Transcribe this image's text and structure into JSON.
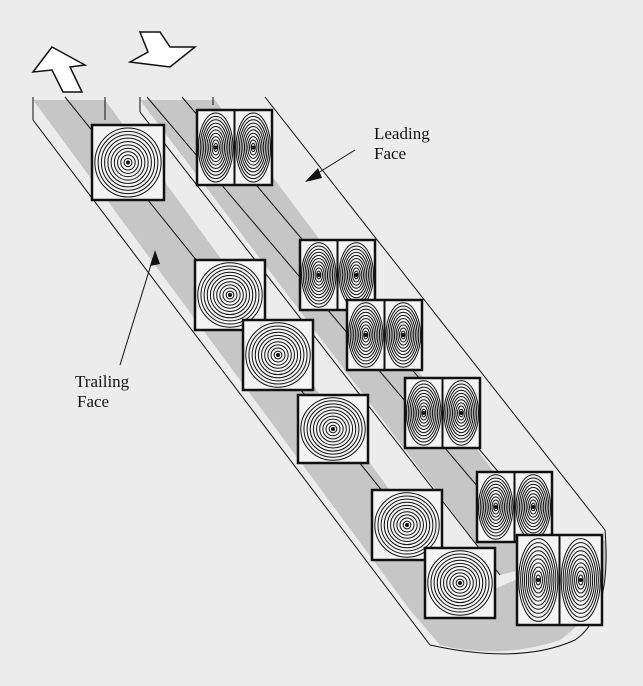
{
  "labels": {
    "leading_line1": "Leading",
    "leading_line2": "Face",
    "trailing_line1": "Trailing",
    "trailing_line2": "Face"
  },
  "flow_arrows": [
    "arrow-up-outflow",
    "arrow-down-inflow"
  ],
  "colors": {
    "background": "#ececec",
    "face": "#c4c4c4",
    "line": "#111111"
  }
}
